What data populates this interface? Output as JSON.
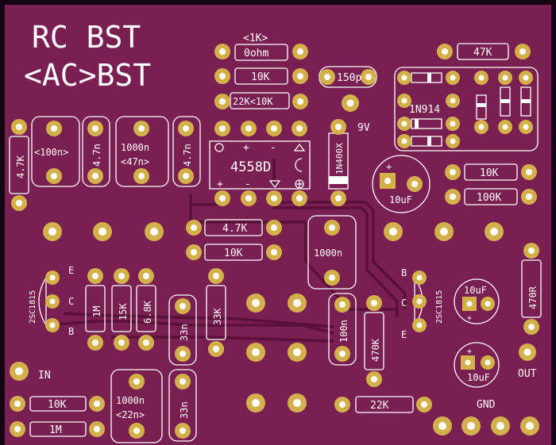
{
  "board": {
    "title_line1": "RC BST",
    "title_line2": "<AC>BST",
    "colors": {
      "mask": "#7a1f52",
      "copper": "#d4b04a",
      "silk": "#ffffff",
      "trace": "#5a1038",
      "edge": "#140414"
    }
  },
  "labels": {
    "r_1k": "<1K>",
    "r_0ohm": "0ohm",
    "r_10k_top": "10K",
    "r_22k10k": "22K<10K",
    "c_150p": "150p",
    "r_47k": "47K",
    "diode_1n914": "1N914",
    "r_4_7k_left": "4.7K",
    "c_100n_paren": "<100n>",
    "c_4_7n_a": "4.7n",
    "c_1000n": "1000n",
    "c_47n_paren": "<47n>",
    "c_4_7n_b": "4.7n",
    "ic_4558d": "4558D",
    "d_1n400x": "1N400X",
    "v_9v": "9V",
    "c_10uf_top": "10uF",
    "r_10k_right": "10K",
    "r_100k": "100K",
    "r_4_7k_mid": "4.7K",
    "r_10k_mid": "10K",
    "c_1000n_mid": "1000n",
    "q_left": "2SC1815",
    "q_right": "2SC1815",
    "pin_e": "E",
    "pin_c": "C",
    "pin_b": "B",
    "r_1m": "1M",
    "r_15k": "15K",
    "r_6_8k": "6.8K",
    "c_33n_a": "33n",
    "r_33k": "33K",
    "c_100n": "100n",
    "r_470k": "470K",
    "r_470r": "470R",
    "c_10uf_right": "10uF",
    "c_10uf_bottom": "10uF",
    "in_label": "IN",
    "out_label": "OUT",
    "gnd_label": "GND",
    "r_10k_bottom": "10K",
    "r_1m_bottom": "1M",
    "c_1000n_bottom": "1000n",
    "c_22n_paren": "<22n>",
    "c_33n_b": "33n",
    "r_22k": "22K",
    "plus": "+",
    "minus": "-"
  }
}
